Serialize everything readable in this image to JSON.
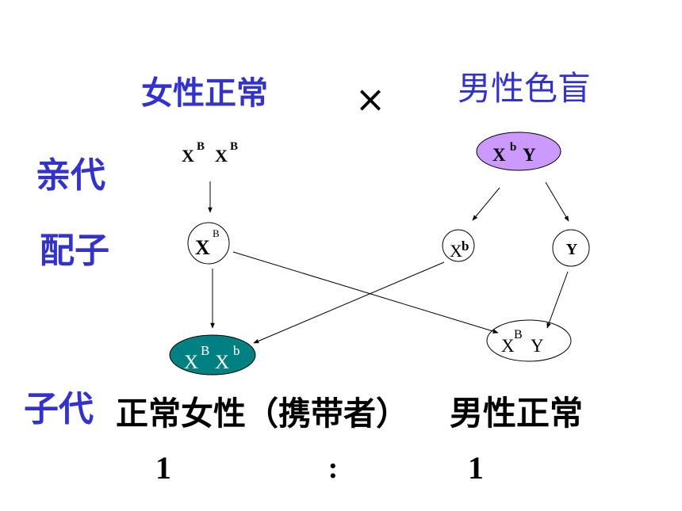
{
  "header": {
    "female_phenotype": "女性正常",
    "cross_symbol": "×",
    "male_phenotype": "男性色盲"
  },
  "row_labels": {
    "parents": "亲代",
    "gametes": "配子",
    "offspring": "子代"
  },
  "parents": {
    "female": [
      {
        "base": "X",
        "sup": "B"
      },
      {
        "base": "X",
        "sup": "B"
      }
    ],
    "male": [
      {
        "base": "X",
        "sup": "b"
      },
      {
        "base": "Y"
      }
    ]
  },
  "gametes": [
    {
      "base": "X",
      "sup": "B"
    },
    {
      "base": "X",
      "sup": "b"
    },
    {
      "base": "Y"
    }
  ],
  "offspring": [
    {
      "genotype": [
        {
          "base": "X",
          "sup": "B"
        },
        {
          "base": "X",
          "sup": "b"
        }
      ],
      "phenotype": "正常女性（携带者）",
      "ratio": "1"
    },
    {
      "genotype": [
        {
          "base": "X",
          "sup": "B"
        },
        {
          "base": "Y"
        }
      ],
      "phenotype": "男性正常",
      "ratio": "1"
    }
  ],
  "ratio_separator": ":",
  "colors": {
    "label_blue": "#3333cc",
    "text": "#000000",
    "male_parent_fill": "#cc99ff",
    "female_offspring_fill": "#008080",
    "female_offspring_text": "#ffffff",
    "male_offspring_fill": "#ffffff",
    "gamete_fill": "#ffffff"
  }
}
